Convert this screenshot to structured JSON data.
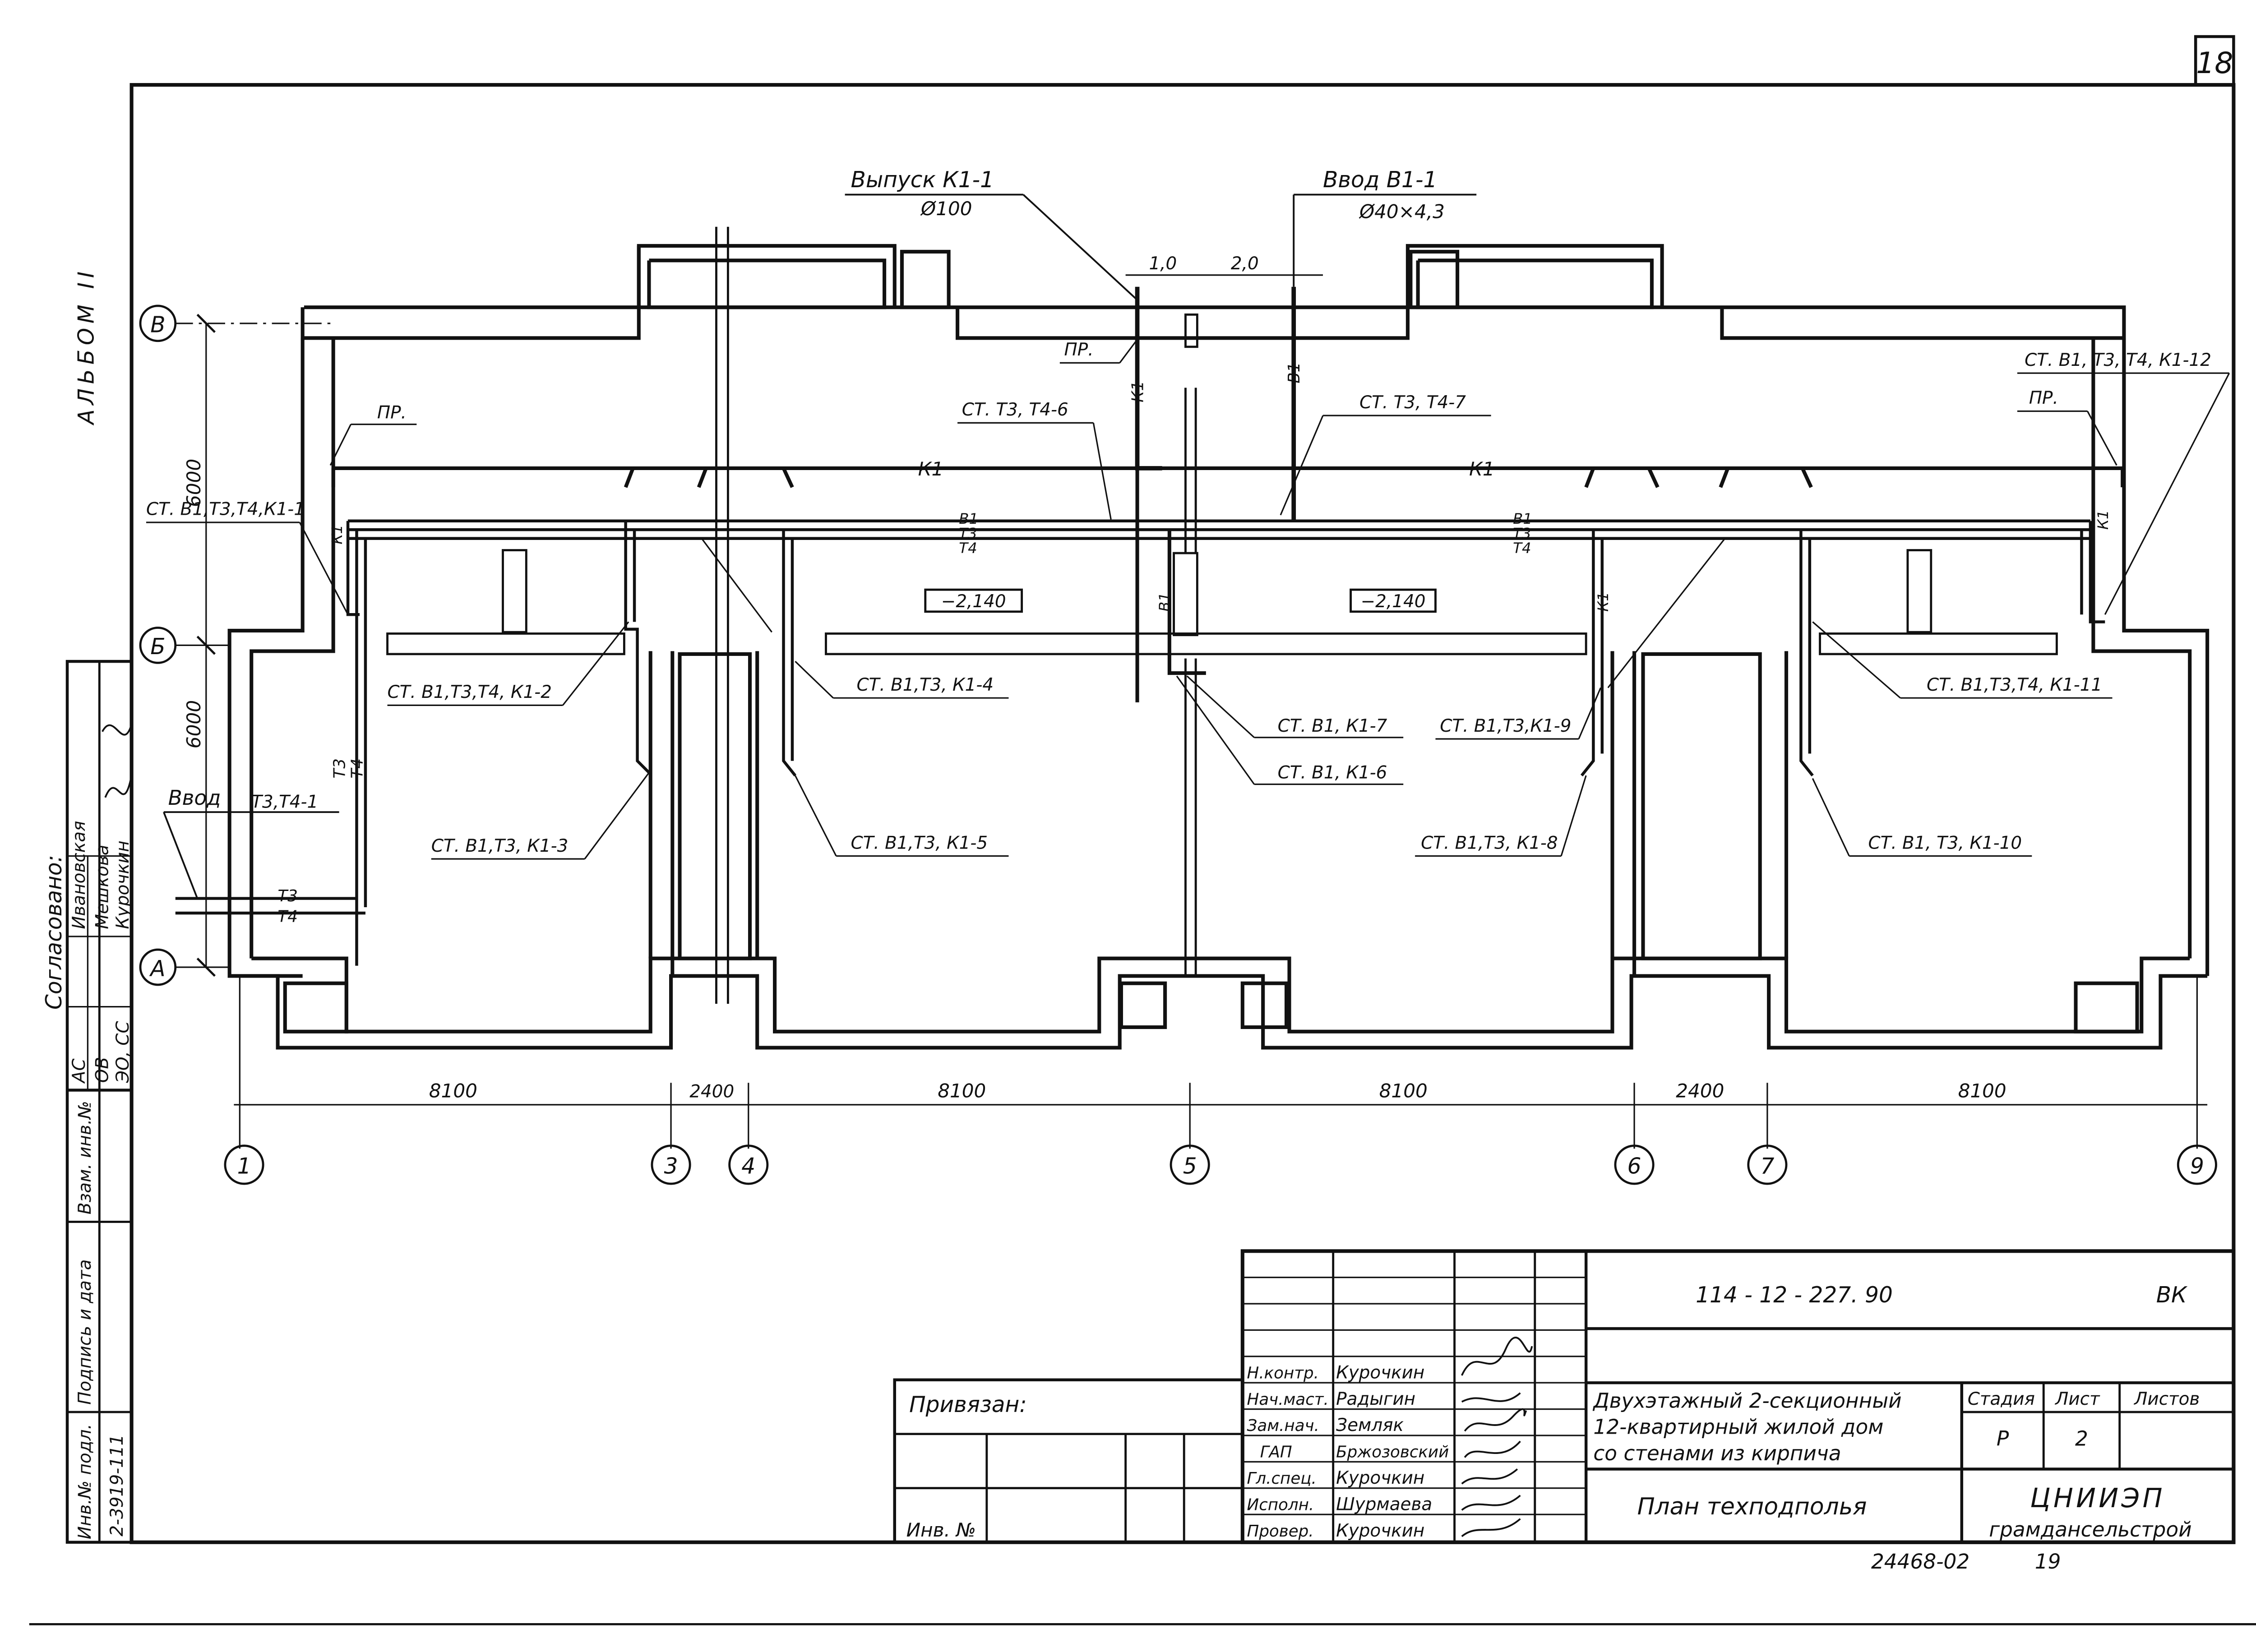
{
  "page_number": "18",
  "album": "АЛЬБОМ II",
  "callouts": {
    "outlet": "Выпуск К1-1",
    "outlet_dia": "Ø100",
    "inlet": "Ввод В1-1",
    "inlet_dia": "Ø40×4,3",
    "heat_inlet_word": "Ввод",
    "heat_inlet_tag": "Т3,Т4-1",
    "dim_10": "1,0",
    "dim_20": "2,0",
    "pr": "ПР.",
    "k1": "К1",
    "b1": "В1",
    "t3": "Т3",
    "t4": "Т4",
    "level": "−2,140"
  },
  "risers": {
    "r1": "СТ. В1,Т3,Т4,К1-1",
    "r2": "СТ. В1,Т3,Т4, К1-2",
    "r3": "СТ. В1,Т3, К1-3",
    "r4": "СТ. В1,Т3, К1-4",
    "r5": "СТ. В1,Т3, К1-5",
    "r6": "СТ. Т3, Т4-6",
    "r7": "СТ. Т3, Т4-7",
    "r7b": "СТ. В1, К1-7",
    "r6b": "СТ. В1, К1-6",
    "r9": "СТ. В1,Т3,К1-9",
    "r8": "СТ. В1,Т3, К1-8",
    "r10": "СТ. В1, Т3, К1-10",
    "r11": "СТ. В1,Т3,Т4, К1-11",
    "r12": "СТ. В1, Т3, Т4, К1-12"
  },
  "axes_rows": [
    "В",
    "Б",
    "А"
  ],
  "axes_cols": [
    "1",
    "3",
    "4",
    "5",
    "6",
    "7",
    "9"
  ],
  "dims_v": [
    "6000",
    "6000"
  ],
  "dims_h": [
    "8100",
    "2400",
    "8100",
    "8100",
    "2400",
    "8100"
  ],
  "approval": {
    "title": "Согласовано:",
    "rows": [
      {
        "dept": "АС",
        "name": "Ивановская"
      },
      {
        "dept": "ОВ",
        "name": "Мешкова"
      },
      {
        "dept": "ЭО, СС",
        "name": "Курочкин"
      }
    ]
  },
  "side_stamp": {
    "inv_label": "Инв.№ подл.",
    "inv_value": "2-3919-111",
    "sign_label": "Подпись и дата",
    "swap_label": "Взам. инв.№"
  },
  "title_block": {
    "code": "114 - 12 - 227. 90",
    "mark": "ВК",
    "privyazan": "Привязан:",
    "inv": "Инв. №",
    "roles": [
      {
        "role": "Н.контр.",
        "name": "Курочкин"
      },
      {
        "role": "Нач.маст.",
        "name": "Радыгин"
      },
      {
        "role": "Зам.нач.",
        "name": "Земляк"
      },
      {
        "role": "ГАП",
        "name": "Бржозовский"
      },
      {
        "role": "Гл.спец.",
        "name": "Курочкин"
      },
      {
        "role": "Исполн.",
        "name": "Шурмаева"
      },
      {
        "role": "Провер.",
        "name": "Курочкин"
      }
    ],
    "description_lines": [
      "Двухэтажный 2-секционный",
      "12-квартирный жилой дом",
      "со стенами из кирпича"
    ],
    "sheet_title": "План техподполья",
    "stage_label": "Стадия",
    "sheet_label": "Лист",
    "sheets_label": "Листов",
    "stage": "Р",
    "sheet": "2",
    "org_1": "ЦНИИЭП",
    "org_2": "грамдансельстрой",
    "archive_no": "24468-02",
    "archive_page": "19"
  }
}
